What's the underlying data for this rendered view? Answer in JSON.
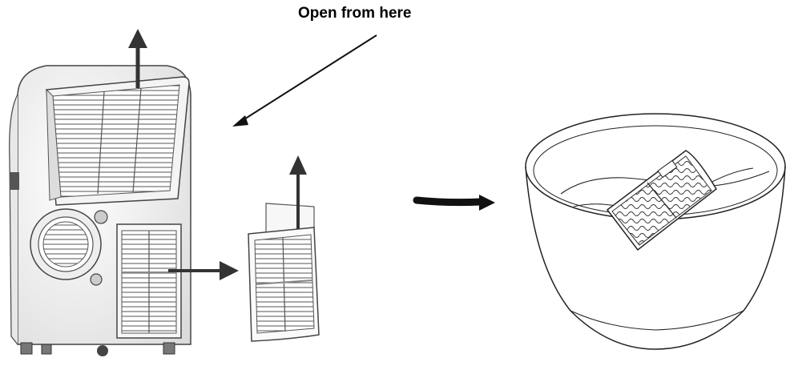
{
  "annotation": {
    "text": "Open from here"
  },
  "illustration": {
    "steps": [
      {
        "id": "unit-with-filters"
      },
      {
        "id": "next-step-arrow"
      },
      {
        "id": "filter-soaking-in-basin"
      }
    ]
  }
}
